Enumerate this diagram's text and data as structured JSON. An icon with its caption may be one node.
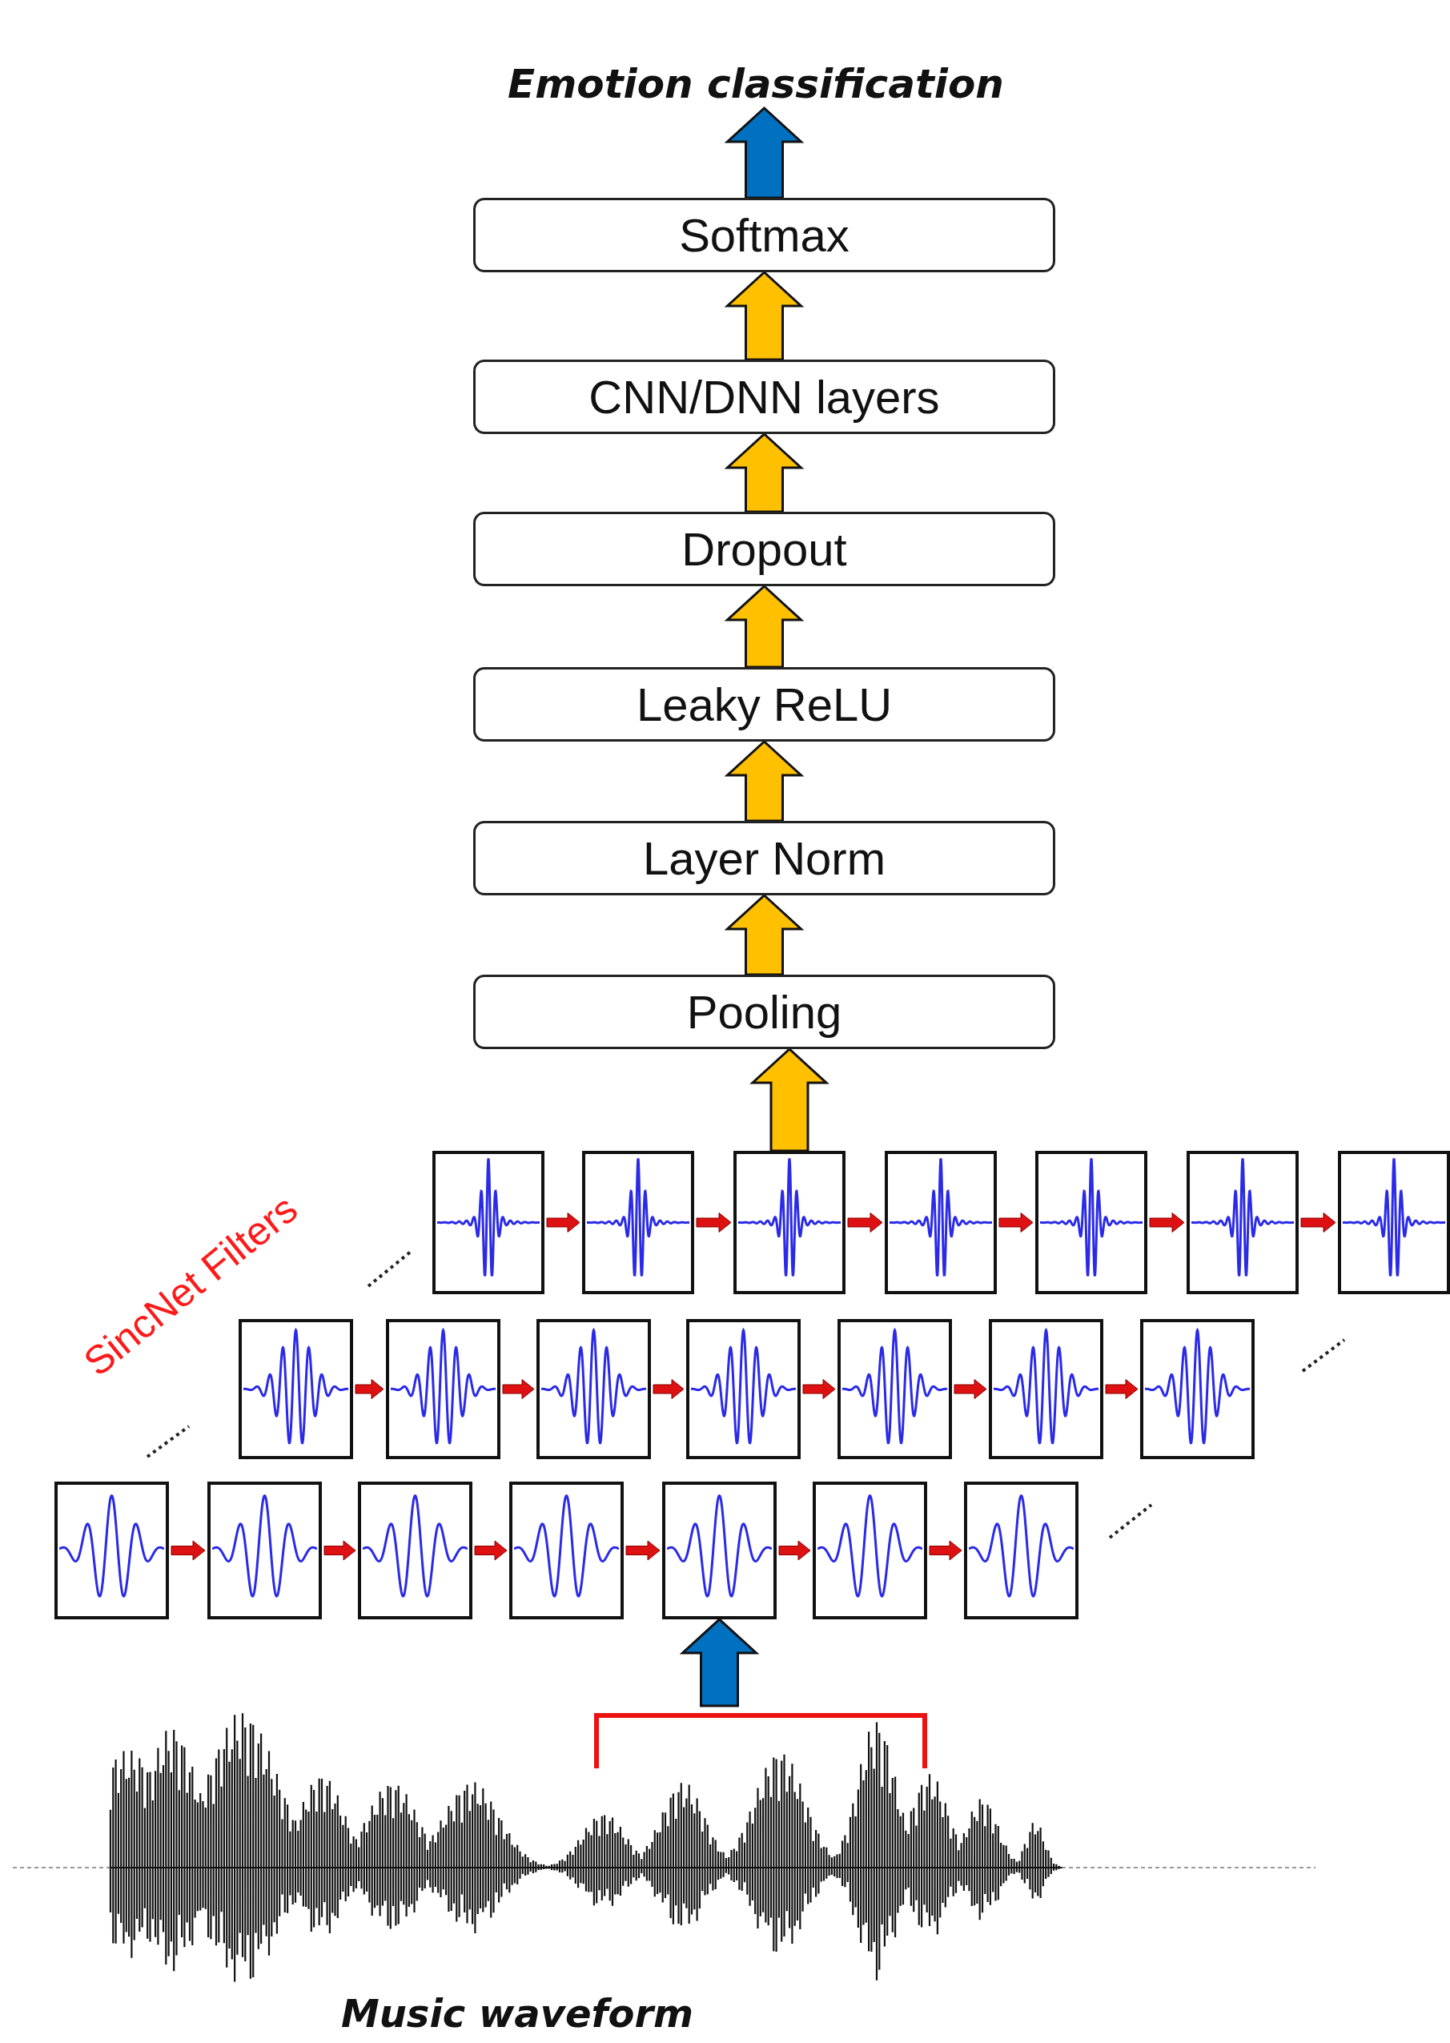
{
  "diagram": {
    "nodes": [
      {
        "text": [
          "Emotion classification"
        ]
      },
      {
        "text": [
          "Softmax"
        ]
      },
      {
        "text": [
          "CNN/DNN layers"
        ]
      },
      {
        "text": [
          "Dropout"
        ]
      },
      {
        "text": [
          "Leaky ReLU"
        ]
      },
      {
        "text": [
          "Layer Norm"
        ]
      },
      {
        "text": [
          "Pooling"
        ]
      },
      {
        "text": [],
        "shape": "box"
      },
      {
        "text": [],
        "shape": "box"
      },
      {
        "text": [],
        "shape": "box"
      },
      {
        "text": [],
        "shape": "box"
      },
      {
        "text": [],
        "shape": "box"
      },
      {
        "text": [],
        "shape": "box"
      },
      {
        "text": [],
        "shape": "box"
      },
      {
        "text": [],
        "shape": "box"
      },
      {
        "text": [],
        "shape": "box"
      },
      {
        "text": [],
        "shape": "box"
      },
      {
        "text": [],
        "shape": "box"
      },
      {
        "text": [],
        "shape": "box"
      },
      {
        "text": [],
        "shape": "box"
      },
      {
        "text": [],
        "shape": "box"
      },
      {
        "text": [],
        "shape": "box"
      },
      {
        "text": [],
        "shape": "box"
      },
      {
        "text": [],
        "shape": "box"
      },
      {
        "text": [],
        "shape": "box"
      },
      {
        "text": [],
        "shape": "box"
      },
      {
        "text": [],
        "shape": "box"
      },
      {
        "text": [],
        "shape": "box"
      },
      {
        "text": [],
        "shape": "picture",
        "beside": [
          "Music waveform"
        ]
      }
    ],
    "edges": [
      {
        "from": 1,
        "to": 0,
        "arrow": "to",
        "style": "thick",
        "color": "#0070c0"
      },
      {
        "from": 2,
        "to": 1,
        "arrow": "to",
        "style": "thick",
        "color": "#ffc000"
      },
      {
        "from": 3,
        "to": 2,
        "arrow": "to",
        "style": "thick",
        "color": "#ffc000"
      },
      {
        "from": 4,
        "to": 3,
        "arrow": "to",
        "style": "thick",
        "color": "#ffc000"
      },
      {
        "from": 5,
        "to": 4,
        "arrow": "to",
        "style": "thick",
        "color": "#ffc000"
      },
      {
        "from": 6,
        "to": 5,
        "arrow": "to",
        "style": "thick",
        "color": "#ffc000"
      },
      {
        "from": 9,
        "to": 6,
        "arrow": "to",
        "style": "thick",
        "color": "#ffc000"
      },
      {
        "from": 28,
        "to": 25,
        "arrow": "to",
        "style": "thick",
        "color": "#0070c0"
      },
      {
        "from": 7,
        "to": 8,
        "arrow": "to",
        "color": "#dd1111"
      },
      {
        "from": 8,
        "to": 9,
        "arrow": "to",
        "color": "#dd1111"
      },
      {
        "from": 9,
        "to": 10,
        "arrow": "to",
        "color": "#dd1111"
      },
      {
        "from": 10,
        "to": 11,
        "arrow": "to",
        "color": "#dd1111"
      },
      {
        "from": 11,
        "to": 12,
        "arrow": "to",
        "color": "#dd1111"
      },
      {
        "from": 12,
        "to": 13,
        "arrow": "to",
        "color": "#dd1111"
      },
      {
        "from": 14,
        "to": 15,
        "arrow": "to",
        "color": "#dd1111"
      },
      {
        "from": 15,
        "to": 16,
        "arrow": "to",
        "color": "#dd1111"
      },
      {
        "from": 16,
        "to": 17,
        "arrow": "to",
        "color": "#dd1111"
      },
      {
        "from": 17,
        "to": 18,
        "arrow": "to",
        "color": "#dd1111"
      },
      {
        "from": 18,
        "to": 19,
        "arrow": "to",
        "color": "#dd1111"
      },
      {
        "from": 19,
        "to": 20,
        "arrow": "to",
        "color": "#dd1111"
      },
      {
        "from": 21,
        "to": 22,
        "arrow": "to",
        "color": "#dd1111"
      },
      {
        "from": 22,
        "to": 23,
        "arrow": "to",
        "color": "#dd1111"
      },
      {
        "from": 23,
        "to": 24,
        "arrow": "to",
        "color": "#dd1111"
      },
      {
        "from": 24,
        "to": 25,
        "arrow": "to",
        "color": "#dd1111"
      },
      {
        "from": 25,
        "to": 26,
        "arrow": "to",
        "color": "#dd1111"
      },
      {
        "from": 26,
        "to": 27,
        "arrow": "to",
        "color": "#dd1111"
      }
    ],
    "labels": [
      "SincNet Filters"
    ]
  }
}
